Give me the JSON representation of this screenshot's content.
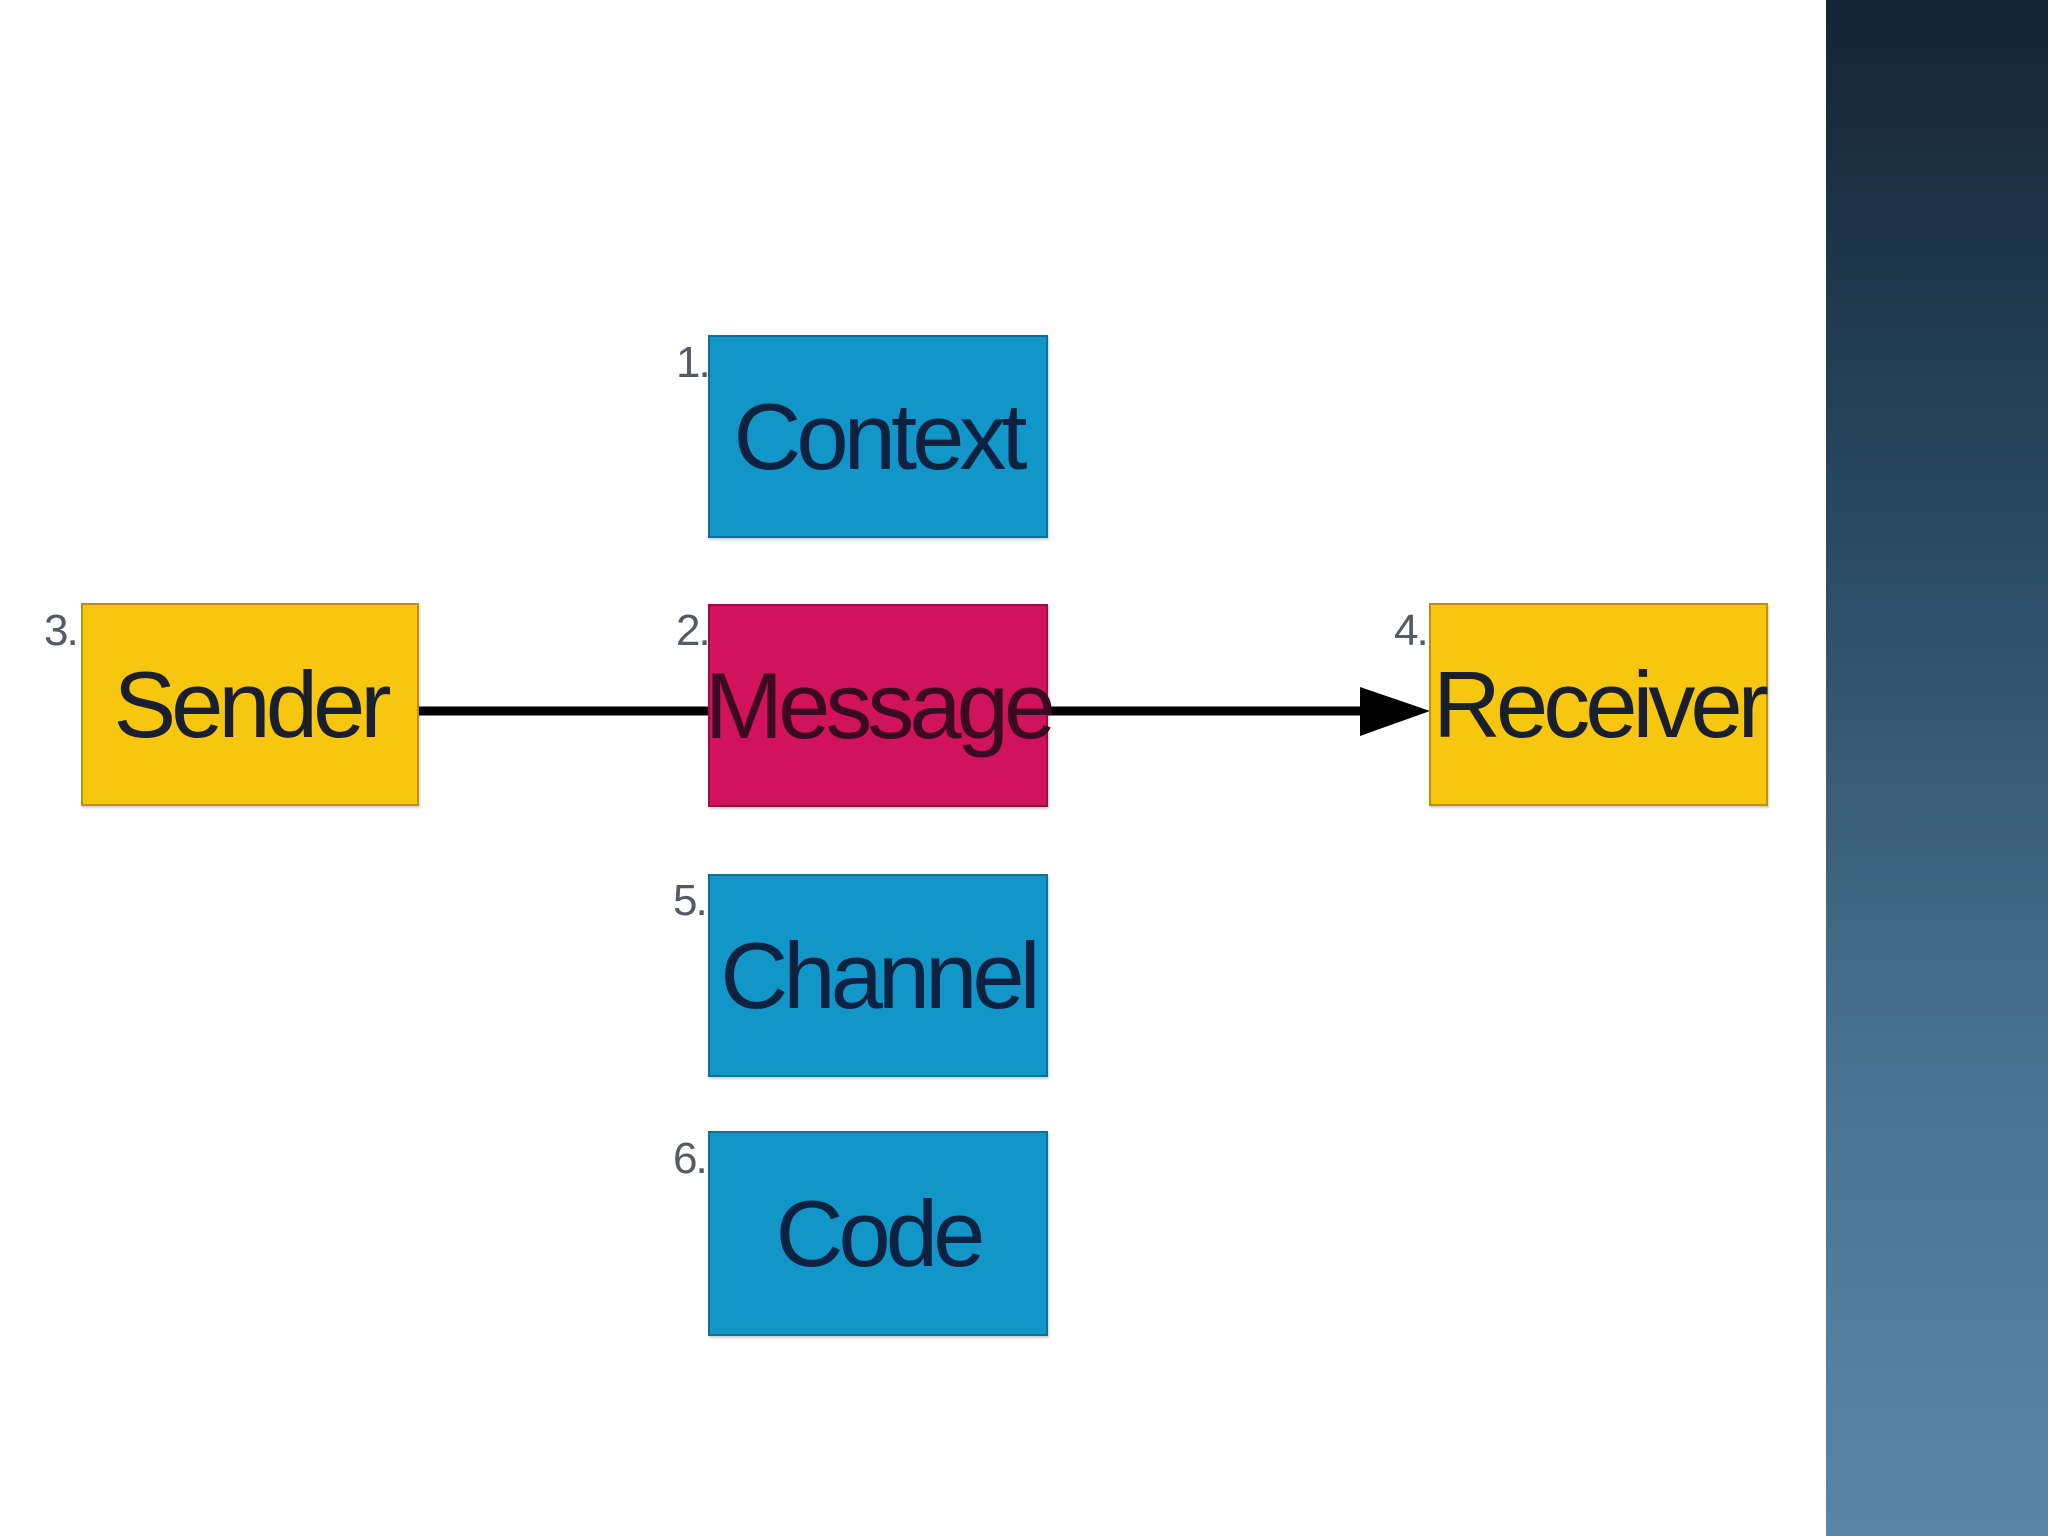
{
  "nodes": {
    "context": {
      "number": "1.",
      "label": "Context",
      "color": "#1296c8"
    },
    "message": {
      "number": "2.",
      "label": "Message",
      "color": "#d1125c"
    },
    "sender": {
      "number": "3.",
      "label": "Sender",
      "color": "#f7c60f"
    },
    "receiver": {
      "number": "4.",
      "label": "Receiver",
      "color": "#f7c60f"
    },
    "channel": {
      "number": "5.",
      "label": "Channel",
      "color": "#1296c8"
    },
    "code": {
      "number": "6.",
      "label": "Code",
      "color": "#1296c8"
    }
  },
  "edges": [
    {
      "from": "sender",
      "to": "receiver",
      "arrow": "end"
    }
  ],
  "colors": {
    "side_panel_top": "#142434",
    "side_panel_bottom": "#5a86a6",
    "connector": "#000000"
  }
}
